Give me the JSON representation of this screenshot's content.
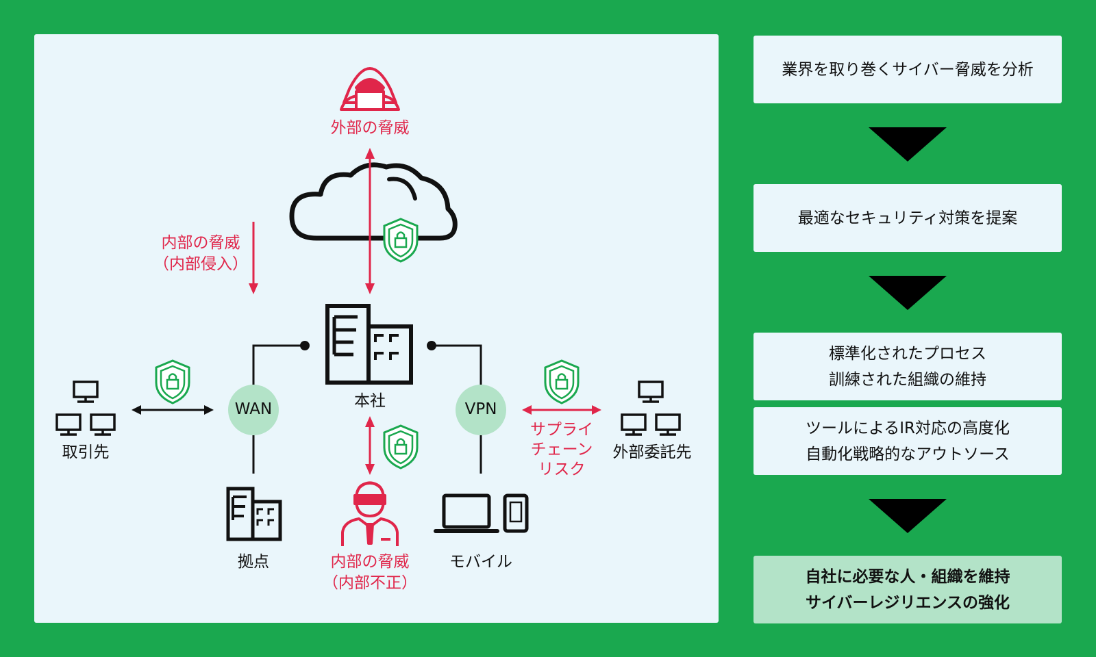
{
  "diagram": {
    "external_threat": "外部の脅威",
    "internal_threat_intrusion": [
      "内部の脅威",
      "（内部侵入）"
    ],
    "internal_threat_fraud": [
      "内部の脅威",
      "（内部不正）"
    ],
    "headquarters": "本社",
    "wan": "WAN",
    "vpn": "VPN",
    "partner": "取引先",
    "branch": "拠点",
    "mobile": "モバイル",
    "outsourcer": "外部委託先",
    "supply_chain_risk": [
      "サプライ",
      "チェーン",
      "リスク"
    ]
  },
  "flow": {
    "step1": "業界を取り巻くサイバー脅威を分析",
    "step2": "最適なセキュリティ対策を提案",
    "step3": [
      "標準化されたプロセス",
      "訓練された組織の維持"
    ],
    "step4": [
      "ツールによるIR対応の高度化",
      "自動化戦略的なアウトソース"
    ],
    "result": [
      "自社に必要な人・組織を維持",
      "サイバーレジリエンスの強化"
    ]
  },
  "colors": {
    "background": "#1aa84f",
    "panel": "#eaf6fb",
    "threat": "#e0264a",
    "shield": "#1aa84f",
    "node": "#b3e3c8",
    "result_box": "#b3e3c8"
  }
}
